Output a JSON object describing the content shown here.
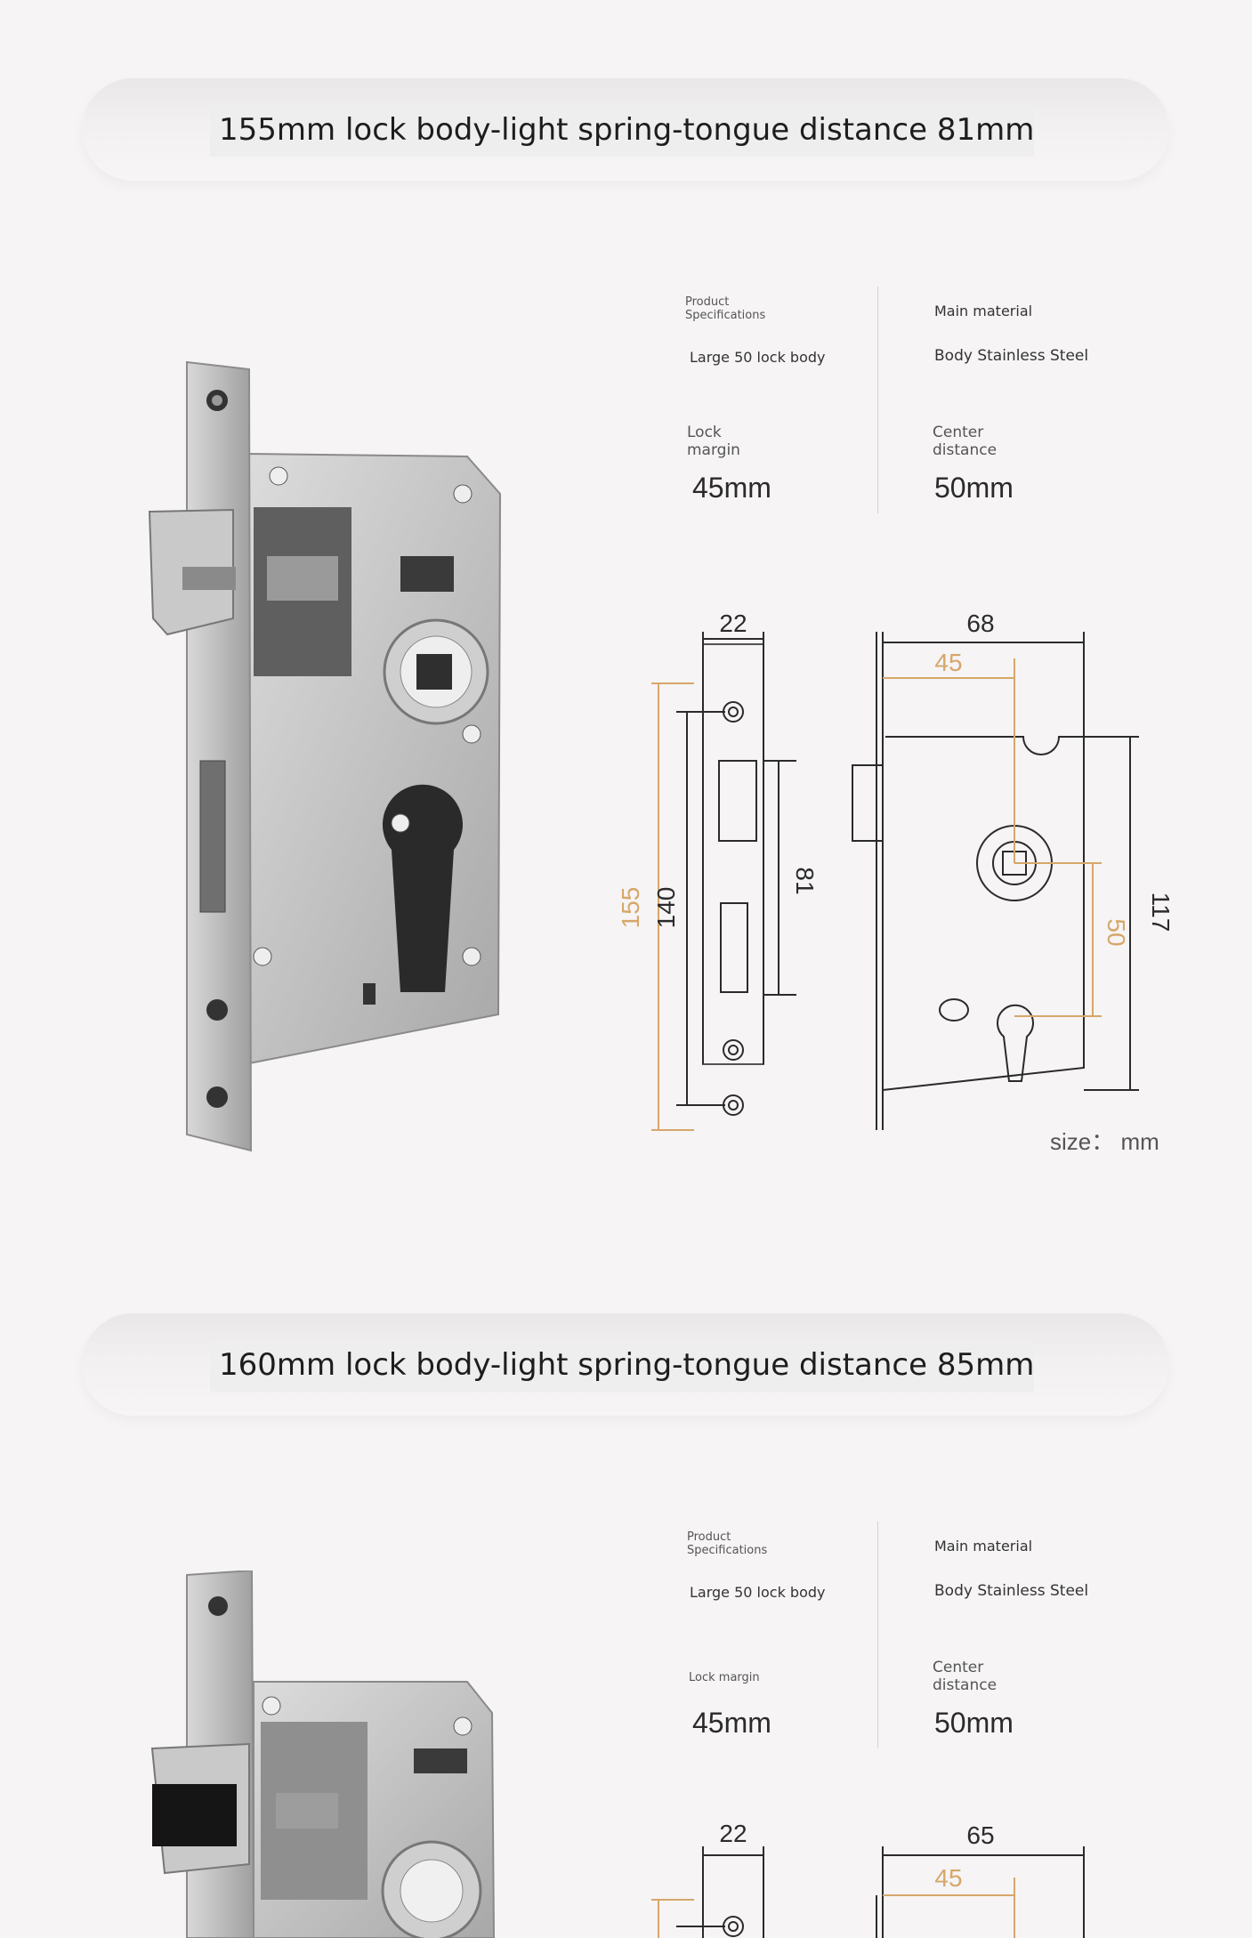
{
  "sections": [
    {
      "banner_title": "155mm lock body-light spring-tongue distance 81mm",
      "specs": {
        "product_spec_label": "Product\nSpecifications",
        "product_spec_value": "Large 50 lock body",
        "main_material_label": "Main material",
        "main_material_value": "Body Stainless Steel",
        "lock_margin_label": "Lock\nmargin",
        "lock_margin_value": "45mm",
        "center_distance_label": "Center\ndistance",
        "center_distance_value": "50mm"
      },
      "dims": {
        "d22": "22",
        "d68": "68",
        "d45": "45",
        "d155": "155",
        "d140": "140",
        "d81": "81",
        "d50": "50",
        "d117": "117",
        "unit": "size： mm"
      }
    },
    {
      "banner_title": "160mm lock body-light spring-tongue distance 85mm",
      "specs": {
        "product_spec_label": "Product\nSpecifications",
        "product_spec_value": "Large 50 lock body",
        "main_material_label": "Main material",
        "main_material_value": "Body Stainless Steel",
        "lock_margin_label": "Lock margin",
        "lock_margin_value": "45mm",
        "center_distance_label": "Center\ndistance",
        "center_distance_value": "50mm"
      },
      "dims": {
        "d22": "22",
        "d65": "65",
        "d45": "45"
      }
    }
  ],
  "colors": {
    "accent_dim": "#d6a76a",
    "line": "#2b2b2b",
    "steel": "#b9b9b9"
  }
}
